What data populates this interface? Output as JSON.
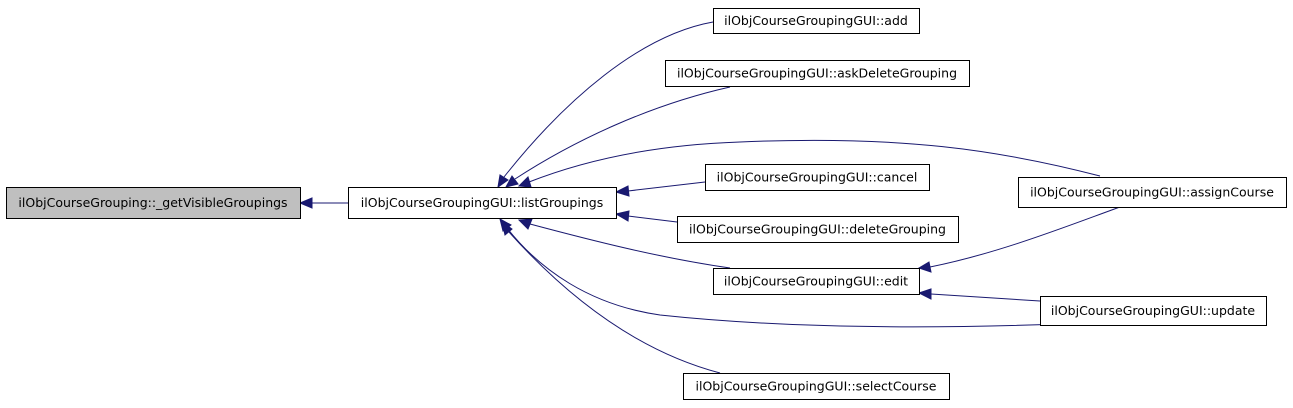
{
  "colors": {
    "edge": "#191970",
    "focus_fill": "#bfbfbf",
    "node_fill": "#ffffff",
    "border": "#000000"
  },
  "nodes": [
    {
      "id": "getVisibleGroupings",
      "label": "ilObjCourseGrouping::_getVisibleGroupings",
      "focus": true
    },
    {
      "id": "listGroupings",
      "label": "ilObjCourseGroupingGUI::listGroupings"
    },
    {
      "id": "add",
      "label": "ilObjCourseGroupingGUI::add"
    },
    {
      "id": "askDeleteGrouping",
      "label": "ilObjCourseGroupingGUI::askDeleteGrouping"
    },
    {
      "id": "cancel",
      "label": "ilObjCourseGroupingGUI::cancel"
    },
    {
      "id": "deleteGrouping",
      "label": "ilObjCourseGroupingGUI::deleteGrouping"
    },
    {
      "id": "edit",
      "label": "ilObjCourseGroupingGUI::edit"
    },
    {
      "id": "selectCourse",
      "label": "ilObjCourseGroupingGUI::selectCourse"
    },
    {
      "id": "assignCourse",
      "label": "ilObjCourseGroupingGUI::assignCourse"
    },
    {
      "id": "update",
      "label": "ilObjCourseGroupingGUI::update"
    }
  ],
  "edges": [
    {
      "from": "listGroupings",
      "to": "getVisibleGroupings"
    },
    {
      "from": "add",
      "to": "listGroupings"
    },
    {
      "from": "askDeleteGrouping",
      "to": "listGroupings"
    },
    {
      "from": "assignCourse",
      "to": "listGroupings"
    },
    {
      "from": "cancel",
      "to": "listGroupings"
    },
    {
      "from": "deleteGrouping",
      "to": "listGroupings"
    },
    {
      "from": "edit",
      "to": "listGroupings"
    },
    {
      "from": "update",
      "to": "listGroupings"
    },
    {
      "from": "selectCourse",
      "to": "listGroupings"
    },
    {
      "from": "assignCourse",
      "to": "edit"
    },
    {
      "from": "update",
      "to": "edit"
    }
  ]
}
